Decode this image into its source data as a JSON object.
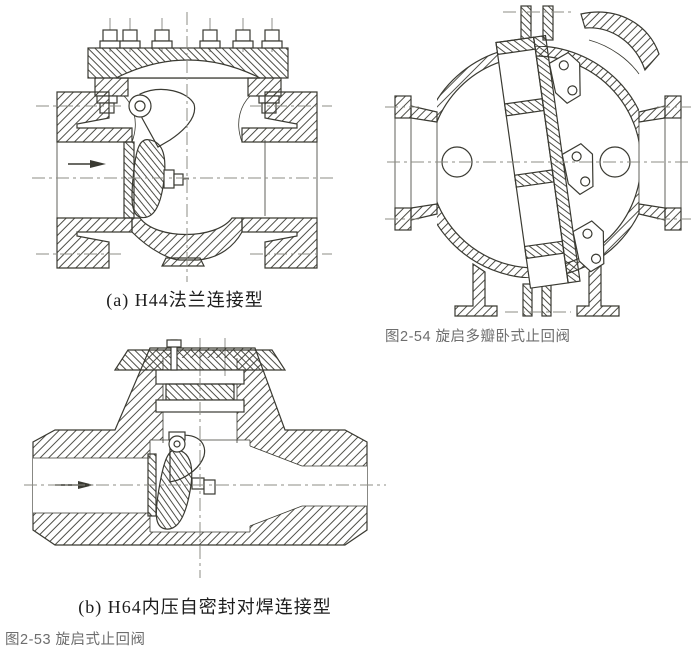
{
  "figures": {
    "fig253": {
      "sub_a_label": "(a) H44法兰连接型",
      "sub_b_label": "(b) H64内压自密封对焊连接型",
      "caption": "图2-53 旋启式止回阀"
    },
    "fig254": {
      "caption": "图2-54 旋启多瓣卧式止回阀"
    }
  },
  "icons": {
    "flow_arrow": "▶"
  },
  "colors": {
    "line": "#3a3a32",
    "caption_gray": "#6e6e6e",
    "label_black": "#1c1c1c",
    "background": "#ffffff",
    "centerline": "#8c8c84"
  }
}
